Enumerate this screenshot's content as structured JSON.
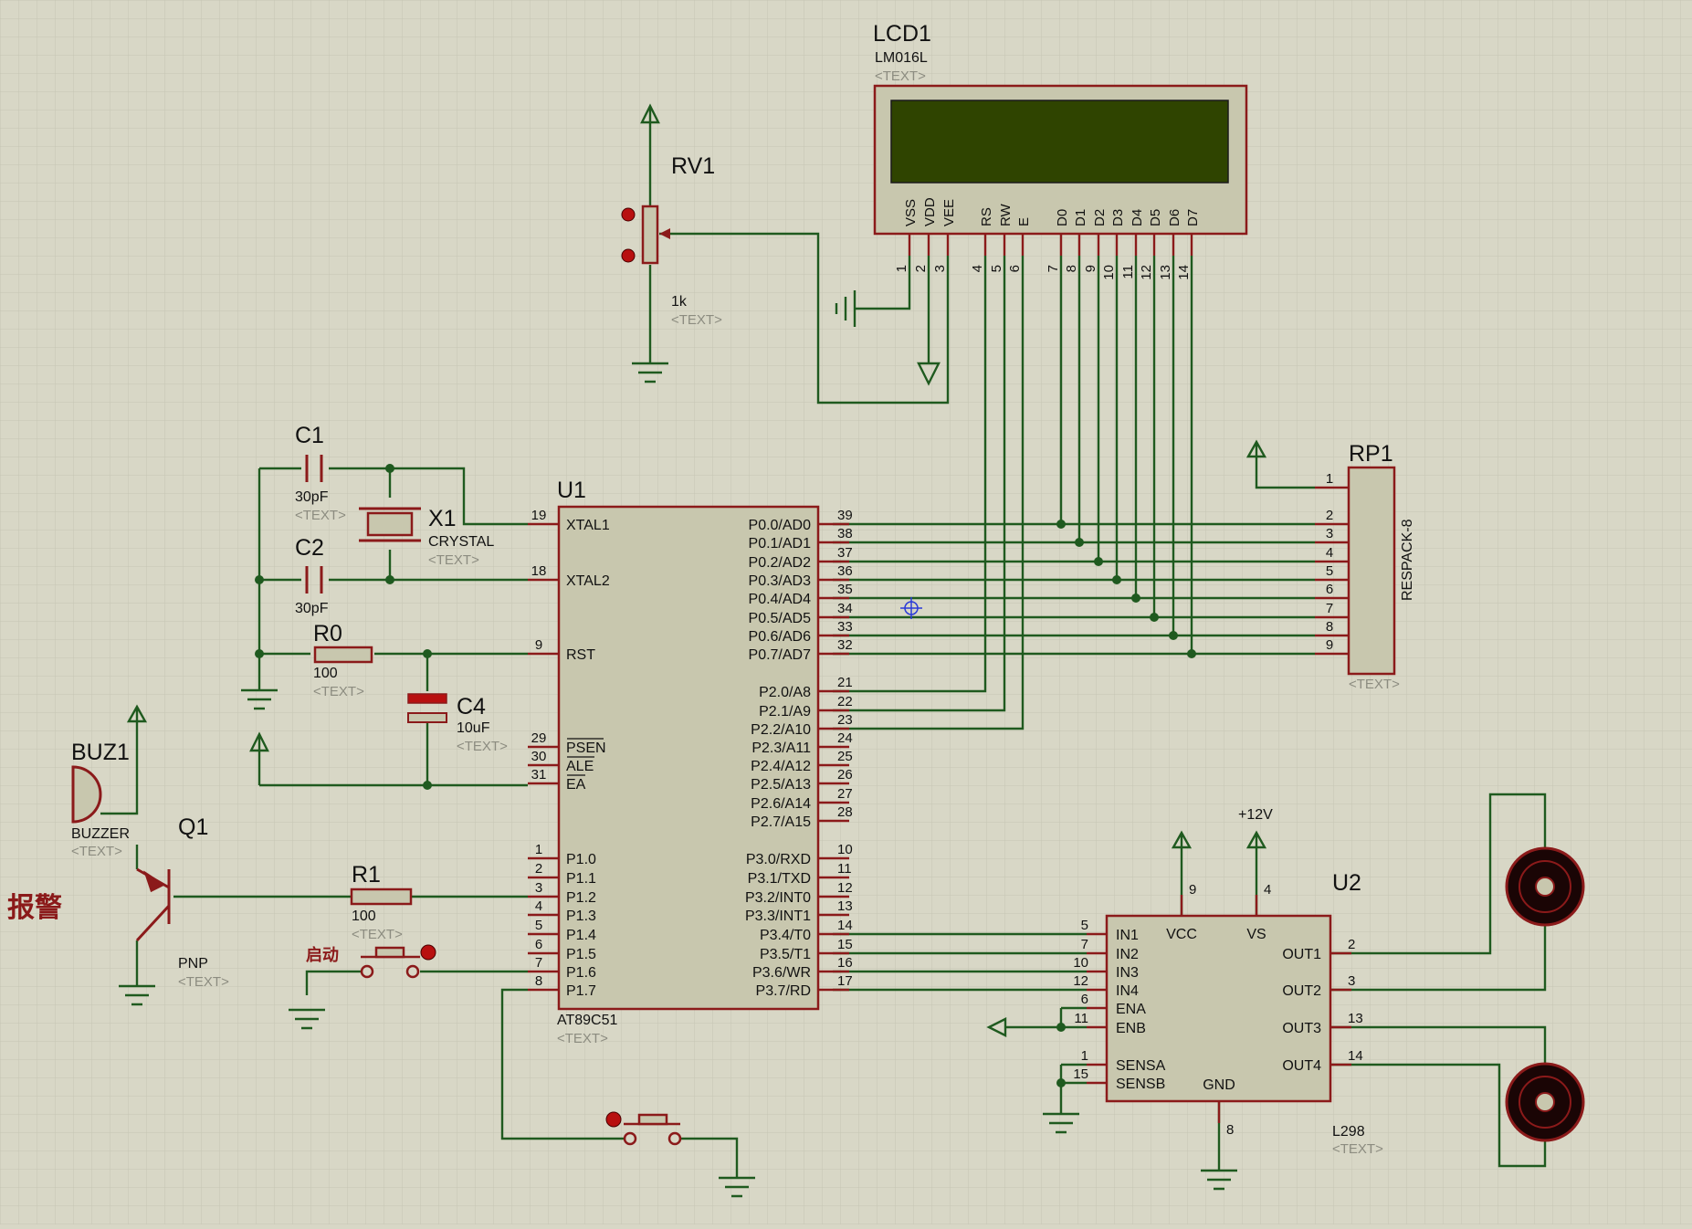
{
  "colors": {
    "background": "#d8d7c6",
    "grid": "#c6c5b4",
    "wire": "#1f5a1f",
    "body_outline": "#8b1a1a",
    "body_fill": "#c8c7ae",
    "lcd_screen": "#2f4400",
    "label": "#111111",
    "placeholder": "#8c8c80",
    "chinese_label": "#8b1a1a"
  },
  "placeholder": "<TEXT>",
  "lcd": {
    "ref": "LCD1",
    "part": "LM016L",
    "pin_names": [
      "VSS",
      "VDD",
      "VEE",
      "RS",
      "RW",
      "E",
      "D0",
      "D1",
      "D2",
      "D3",
      "D4",
      "D5",
      "D6",
      "D7"
    ],
    "pin_numbers": [
      "1",
      "2",
      "3",
      "4",
      "5",
      "6",
      "7",
      "8",
      "9",
      "10",
      "11",
      "12",
      "13",
      "14"
    ]
  },
  "rv1": {
    "ref": "RV1",
    "value": "1k"
  },
  "c1": {
    "ref": "C1",
    "value": "30pF"
  },
  "c2": {
    "ref": "C2",
    "value": "30pF"
  },
  "x1": {
    "ref": "X1",
    "value": "CRYSTAL"
  },
  "r0": {
    "ref": "R0",
    "value": "100"
  },
  "c4": {
    "ref": "C4",
    "value": "10uF"
  },
  "buz1": {
    "ref": "BUZ1",
    "value": "BUZZER"
  },
  "q1": {
    "ref": "Q1",
    "value": "PNP"
  },
  "r1": {
    "ref": "R1",
    "value": "100"
  },
  "alarm_label": "报警",
  "start_label": "启动",
  "u1": {
    "ref": "U1",
    "part": "AT89C51",
    "left_pins": [
      {
        "num": "19",
        "name": "XTAL1"
      },
      {
        "num": "18",
        "name": "XTAL2"
      },
      {
        "num": "9",
        "name": "RST"
      },
      {
        "num": "29",
        "name": "PSEN"
      },
      {
        "num": "30",
        "name": "ALE"
      },
      {
        "num": "31",
        "name": "EA"
      },
      {
        "num": "1",
        "name": "P1.0"
      },
      {
        "num": "2",
        "name": "P1.1"
      },
      {
        "num": "3",
        "name": "P1.2"
      },
      {
        "num": "4",
        "name": "P1.3"
      },
      {
        "num": "5",
        "name": "P1.4"
      },
      {
        "num": "6",
        "name": "P1.5"
      },
      {
        "num": "7",
        "name": "P1.6"
      },
      {
        "num": "8",
        "name": "P1.7"
      }
    ],
    "right_pins": [
      {
        "num": "39",
        "name": "P0.0/AD0"
      },
      {
        "num": "38",
        "name": "P0.1/AD1"
      },
      {
        "num": "37",
        "name": "P0.2/AD2"
      },
      {
        "num": "36",
        "name": "P0.3/AD3"
      },
      {
        "num": "35",
        "name": "P0.4/AD4"
      },
      {
        "num": "34",
        "name": "P0.5/AD5"
      },
      {
        "num": "33",
        "name": "P0.6/AD6"
      },
      {
        "num": "32",
        "name": "P0.7/AD7"
      },
      {
        "num": "21",
        "name": "P2.0/A8"
      },
      {
        "num": "22",
        "name": "P2.1/A9"
      },
      {
        "num": "23",
        "name": "P2.2/A10"
      },
      {
        "num": "24",
        "name": "P2.3/A11"
      },
      {
        "num": "25",
        "name": "P2.4/A12"
      },
      {
        "num": "26",
        "name": "P2.5/A13"
      },
      {
        "num": "27",
        "name": "P2.6/A14"
      },
      {
        "num": "28",
        "name": "P2.7/A15"
      },
      {
        "num": "10",
        "name": "P3.0/RXD"
      },
      {
        "num": "11",
        "name": "P3.1/TXD"
      },
      {
        "num": "12",
        "name": "P3.2/INT0"
      },
      {
        "num": "13",
        "name": "P3.3/INT1"
      },
      {
        "num": "14",
        "name": "P3.4/T0"
      },
      {
        "num": "15",
        "name": "P3.5/T1"
      },
      {
        "num": "16",
        "name": "P3.6/WR"
      },
      {
        "num": "17",
        "name": "P3.7/RD"
      }
    ]
  },
  "rp1": {
    "ref": "RP1",
    "part": "RESPACK-8",
    "pin_numbers": [
      "1",
      "2",
      "3",
      "4",
      "5",
      "6",
      "7",
      "8",
      "9"
    ]
  },
  "u2": {
    "ref": "U2",
    "part": "L298",
    "supply_label": "+12V",
    "left_pins": [
      {
        "num": "5",
        "name": "IN1"
      },
      {
        "num": "7",
        "name": "IN2"
      },
      {
        "num": "10",
        "name": "IN3"
      },
      {
        "num": "12",
        "name": "IN4"
      },
      {
        "num": "6",
        "name": "ENA"
      },
      {
        "num": "11",
        "name": "ENB"
      },
      {
        "num": "1",
        "name": "SENSA"
      },
      {
        "num": "15",
        "name": "SENSB"
      }
    ],
    "right_pins": [
      {
        "num": "2",
        "name": "OUT1"
      },
      {
        "num": "3",
        "name": "OUT2"
      },
      {
        "num": "13",
        "name": "OUT3"
      },
      {
        "num": "14",
        "name": "OUT4"
      }
    ],
    "top_pins": [
      {
        "num": "9",
        "name": "VCC"
      },
      {
        "num": "4",
        "name": "VS"
      }
    ],
    "bottom_pins": [
      {
        "num": "8",
        "name": "GND"
      }
    ]
  }
}
